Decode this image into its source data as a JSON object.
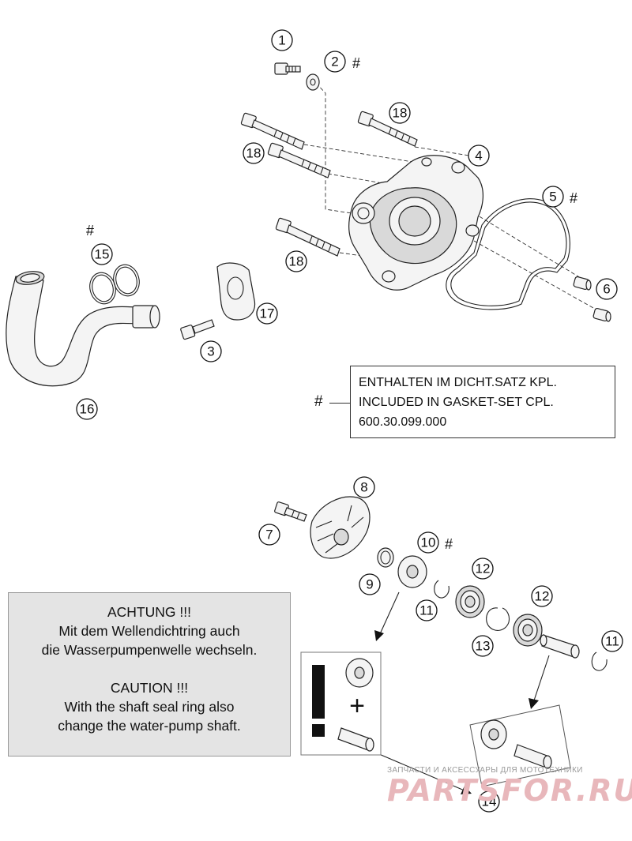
{
  "callouts": {
    "c1": "1",
    "c2": "2",
    "c3": "3",
    "c4": "4",
    "c5": "5",
    "c6": "6",
    "c7": "7",
    "c8": "8",
    "c9": "9",
    "c10": "10",
    "c11a": "11",
    "c11b": "11",
    "c12a": "12",
    "c12b": "12",
    "c13": "13",
    "c14": "14",
    "c15": "15",
    "c16": "16",
    "c17": "17",
    "c18a": "18",
    "c18b": "18",
    "c18c": "18"
  },
  "hash_mark": "#",
  "legend": {
    "line1": "ENTHALTEN IM DICHT.SATZ KPL.",
    "line2": "INCLUDED IN GASKET-SET CPL.",
    "line3": "600.30.099.000"
  },
  "warning": {
    "de_title": "ACHTUNG !!!",
    "de_line1": "Mit dem Wellendichtring auch",
    "de_line2": "die Wasserpumpenwelle wechseln.",
    "en_title": "CAUTION !!!",
    "en_line1": "With the shaft seal ring also",
    "en_line2": "change the water-pump shaft."
  },
  "notice": {
    "exclamation": "!",
    "plus": "+"
  },
  "watermark": {
    "small": "ЗАПЧАСТИ И АКСЕССУАРЫ ДЛЯ МОТОТЕХНИКИ",
    "big": "PARTSFOR.RU"
  }
}
